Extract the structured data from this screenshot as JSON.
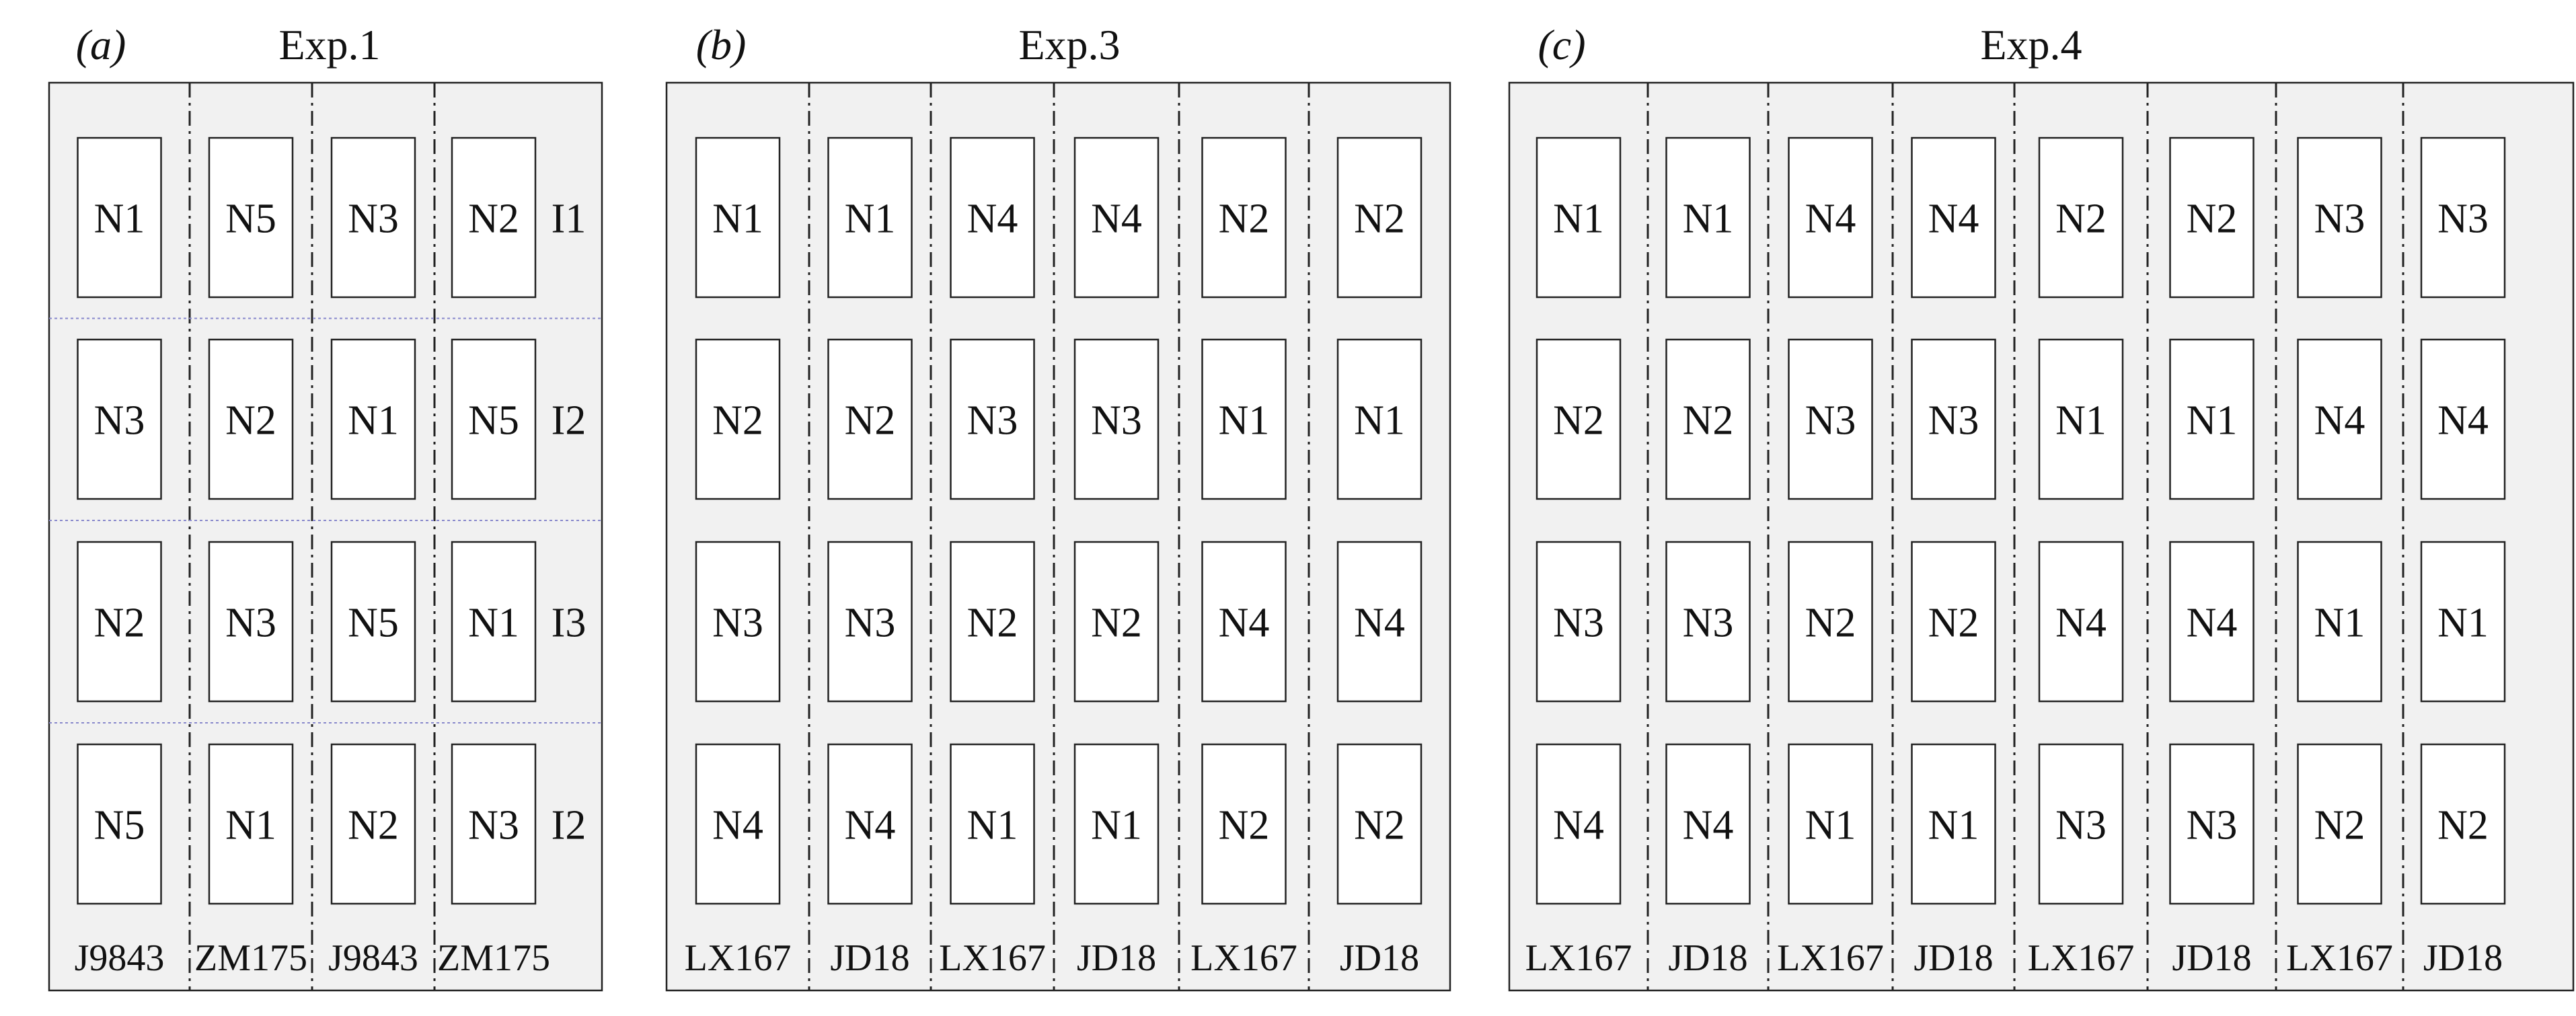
{
  "panels": [
    {
      "label": "(a)",
      "title": "Exp.1",
      "grid": [
        [
          "N1",
          "N5",
          "N3",
          "N2"
        ],
        [
          "N3",
          "N2",
          "N1",
          "N5"
        ],
        [
          "N2",
          "N3",
          "N5",
          "N1"
        ],
        [
          "N5",
          "N1",
          "N2",
          "N3"
        ]
      ],
      "row_labels": [
        "I1",
        "I2",
        "I3",
        "I2"
      ],
      "col_labels": [
        "J9843",
        "ZM175",
        "J9843",
        "ZM175"
      ],
      "row_dividers": true
    },
    {
      "label": "(b)",
      "title": "Exp.3",
      "grid": [
        [
          "N1",
          "N1",
          "N4",
          "N4",
          "N2",
          "N2"
        ],
        [
          "N2",
          "N2",
          "N3",
          "N3",
          "N1",
          "N1"
        ],
        [
          "N3",
          "N3",
          "N2",
          "N2",
          "N4",
          "N4"
        ],
        [
          "N4",
          "N4",
          "N1",
          "N1",
          "N2",
          "N2"
        ]
      ],
      "row_labels": [],
      "col_labels": [
        "LX167",
        "JD18",
        "LX167",
        "JD18",
        "LX167",
        "JD18"
      ],
      "row_dividers": false
    },
    {
      "label": "(c)",
      "title": "Exp.4",
      "grid": [
        [
          "N1",
          "N1",
          "N4",
          "N4",
          "N2",
          "N2",
          "N3",
          "N3"
        ],
        [
          "N2",
          "N2",
          "N3",
          "N3",
          "N1",
          "N1",
          "N4",
          "N4"
        ],
        [
          "N3",
          "N3",
          "N2",
          "N2",
          "N4",
          "N4",
          "N1",
          "N1"
        ],
        [
          "N4",
          "N4",
          "N1",
          "N1",
          "N3",
          "N3",
          "N2",
          "N2"
        ]
      ],
      "row_labels": [],
      "col_labels": [
        "LX167",
        "JD18",
        "LX167",
        "JD18",
        "LX167",
        "JD18",
        "LX167",
        "JD18"
      ],
      "row_dividers": false
    }
  ],
  "colors": {
    "field": "#f1f1f1",
    "plot": "#ffffff",
    "stroke": "#222222",
    "row_divider": "#8888cc"
  }
}
